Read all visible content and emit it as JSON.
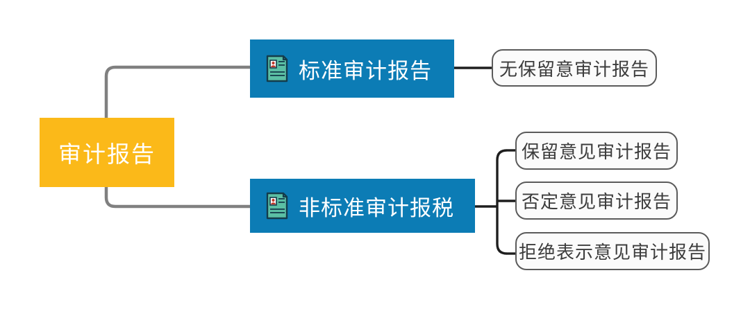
{
  "diagram": {
    "type": "mind-map",
    "title": "审计报告",
    "colors": {
      "root_fill": "#FBB919",
      "branch_fill": "#0C7CB5",
      "leaf_fill": "#FBFBFB",
      "leaf_border": "#5A5A5A",
      "root_wire": "#808080",
      "branch_wire": "#2B2B2B",
      "icon_body": "#5BBFA4",
      "icon_outline": "#143C4B",
      "icon_avatar": "#C0392B"
    },
    "root": {
      "label": "审计报告"
    },
    "branches": [
      {
        "id": "standard",
        "label": "标准审计报告",
        "icon": "resume-document-icon",
        "children": [
          {
            "id": "unqualified",
            "label": "无保留意审计报告"
          }
        ]
      },
      {
        "id": "non-standard",
        "label": "非标准审计报税",
        "icon": "resume-document-icon",
        "children": [
          {
            "id": "qualified",
            "label": "保留意见审计报告"
          },
          {
            "id": "adverse",
            "label": "否定意见审计报告"
          },
          {
            "id": "disclaimer",
            "label": "拒绝表示意见审计报告"
          }
        ]
      }
    ]
  }
}
